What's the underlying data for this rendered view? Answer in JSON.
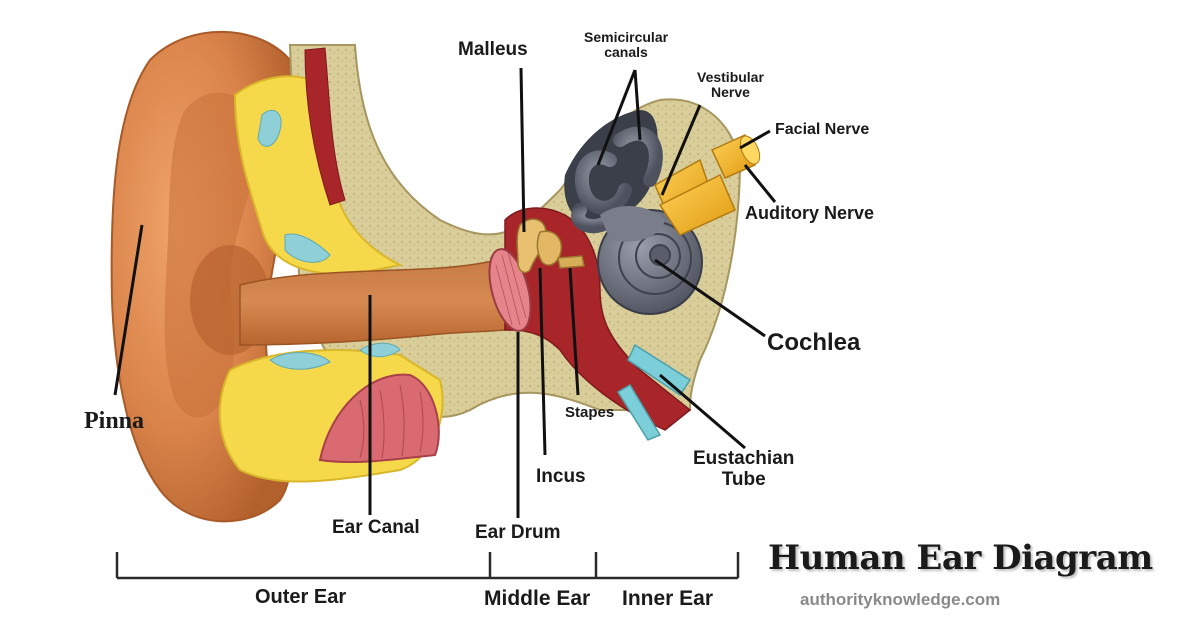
{
  "labels": {
    "malleus": "Malleus",
    "semicircular_canals": "Semicircular\ncanals",
    "vestibular_nerve": "Vestibular\nNerve",
    "facial_nerve": "Facial Nerve",
    "auditory_nerve": "Auditory Nerve",
    "cochlea": "Cochlea",
    "pinna": "Pinna",
    "stapes": "Stapes",
    "eustachian_tube": "Eustachian\nTube",
    "incus": "Incus",
    "ear_canal": "Ear Canal",
    "ear_drum": "Ear Drum"
  },
  "regions": {
    "outer_ear": "Outer Ear",
    "middle_ear": "Middle Ear",
    "inner_ear": "Inner Ear"
  },
  "title": "Human Ear Diagram",
  "website": "authorityknowledge.com",
  "colors": {
    "skin": "#d9834a",
    "skin_dark": "#b9632c",
    "cartilage_yellow": "#f6d94a",
    "bone": "#d8cc98",
    "muscle": "#a8262a",
    "fluid": "#8fd0d8",
    "cochlea": "#6b6f7c",
    "nerve": "#f2b21e",
    "text": "#1a1a1a",
    "website_text": "#8a8a8a"
  }
}
